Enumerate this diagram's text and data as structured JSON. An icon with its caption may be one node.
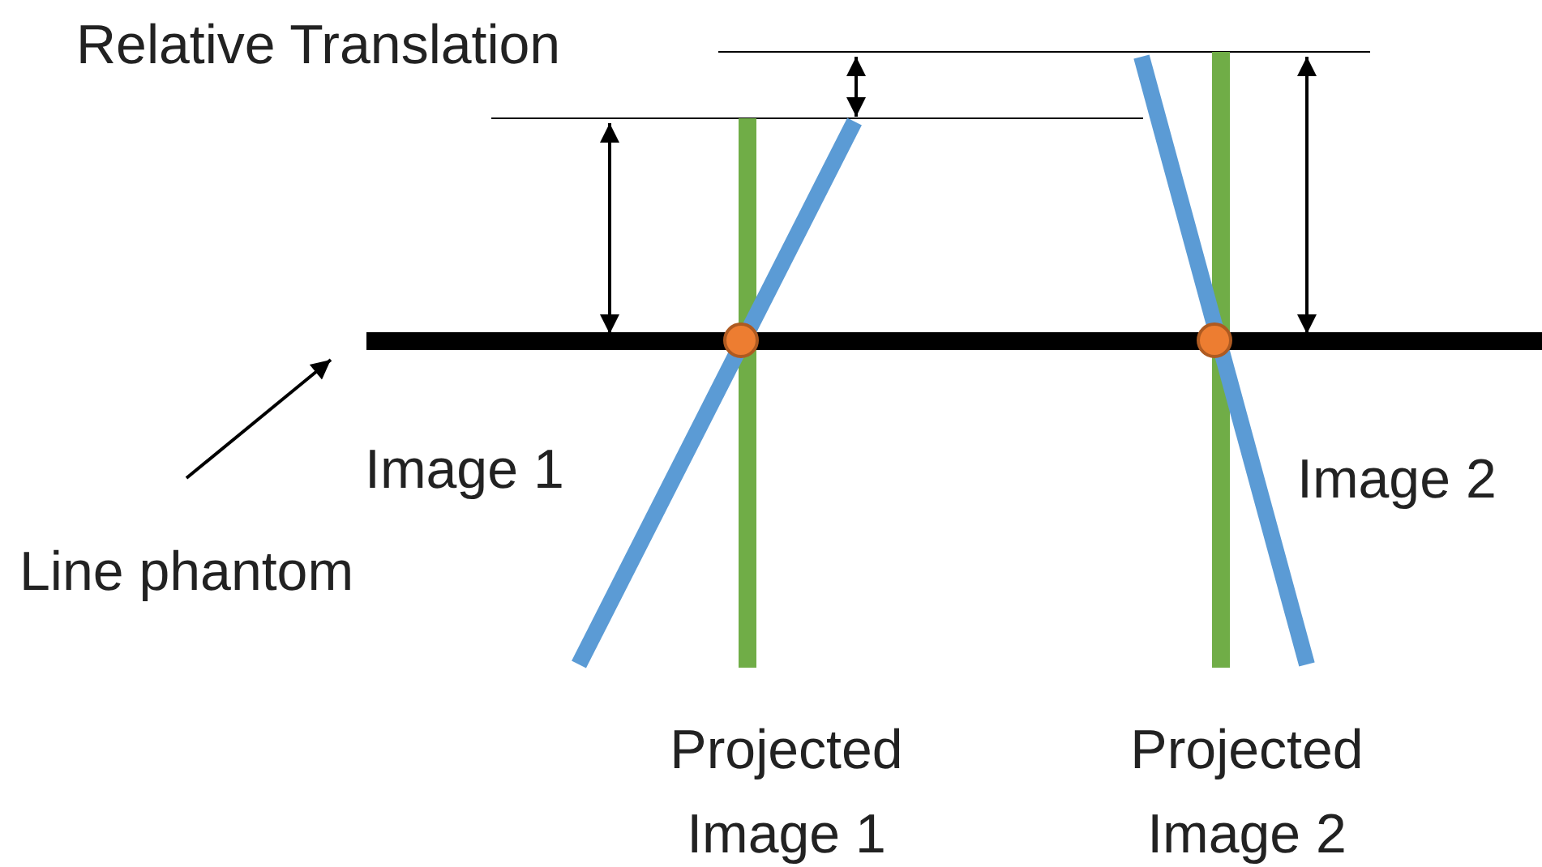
{
  "diagram": {
    "nodes": [
      {
        "text": [
          "Line phantom"
        ]
      },
      {
        "text": [],
        "shape": "bar"
      }
    ],
    "edges": [
      {
        "from": 0,
        "to": 1,
        "arrow": "to"
      }
    ],
    "labels": [
      "Relative Translation",
      "Image 1",
      "Image 2",
      "Projected Image 1",
      "Projected Image 2"
    ]
  }
}
